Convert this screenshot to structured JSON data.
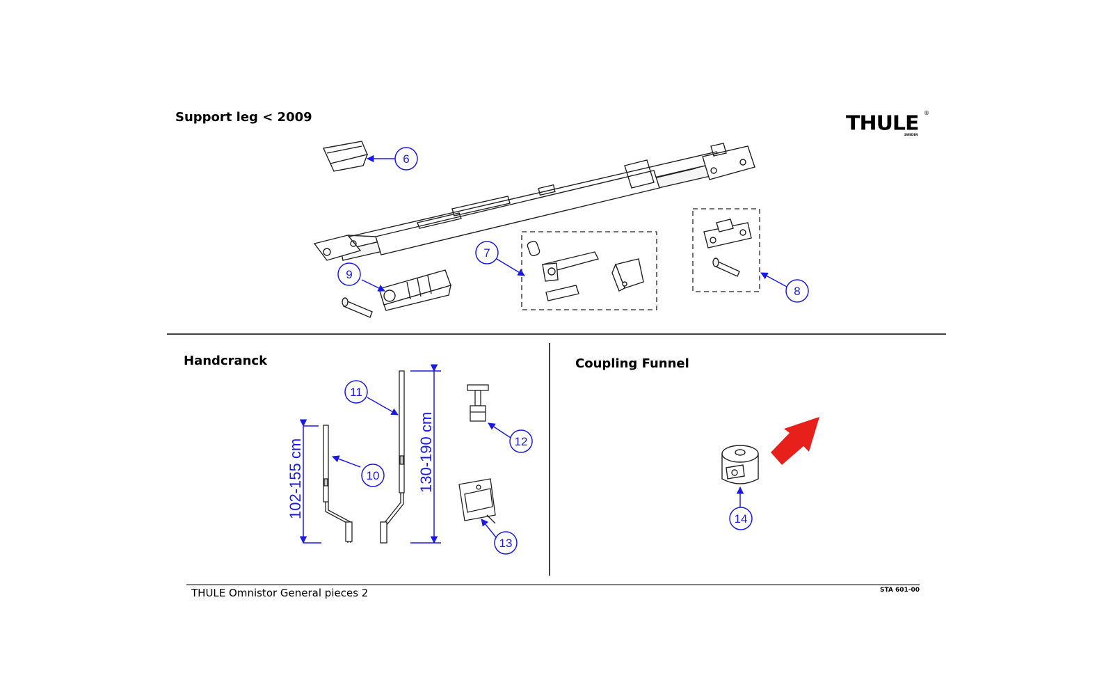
{
  "sections": {
    "support_leg": {
      "title": "Support leg < 2009"
    },
    "handcrank": {
      "title": "Handcranck"
    },
    "coupling_funnel": {
      "title": "Coupling Funnel"
    }
  },
  "logo": {
    "text": "THULE",
    "mark": "®",
    "subtext": "SWEDEN"
  },
  "footer": {
    "title": "THULE Omnistor General pieces  2",
    "code": "STA 601-00"
  },
  "callouts": [
    {
      "id": "6",
      "label": "6"
    },
    {
      "id": "7",
      "label": "7"
    },
    {
      "id": "8",
      "label": "8"
    },
    {
      "id": "9",
      "label": "9"
    },
    {
      "id": "10",
      "label": "10"
    },
    {
      "id": "11",
      "label": "11"
    },
    {
      "id": "12",
      "label": "12"
    },
    {
      "id": "13",
      "label": "13"
    },
    {
      "id": "14",
      "label": "14"
    }
  ],
  "dimensions": {
    "short_crank": "102-155 cm",
    "long_crank": "130-190 cm"
  },
  "colors": {
    "callout": "#1a1ae6",
    "highlight_arrow": "#e8201c",
    "line": "#000000"
  }
}
